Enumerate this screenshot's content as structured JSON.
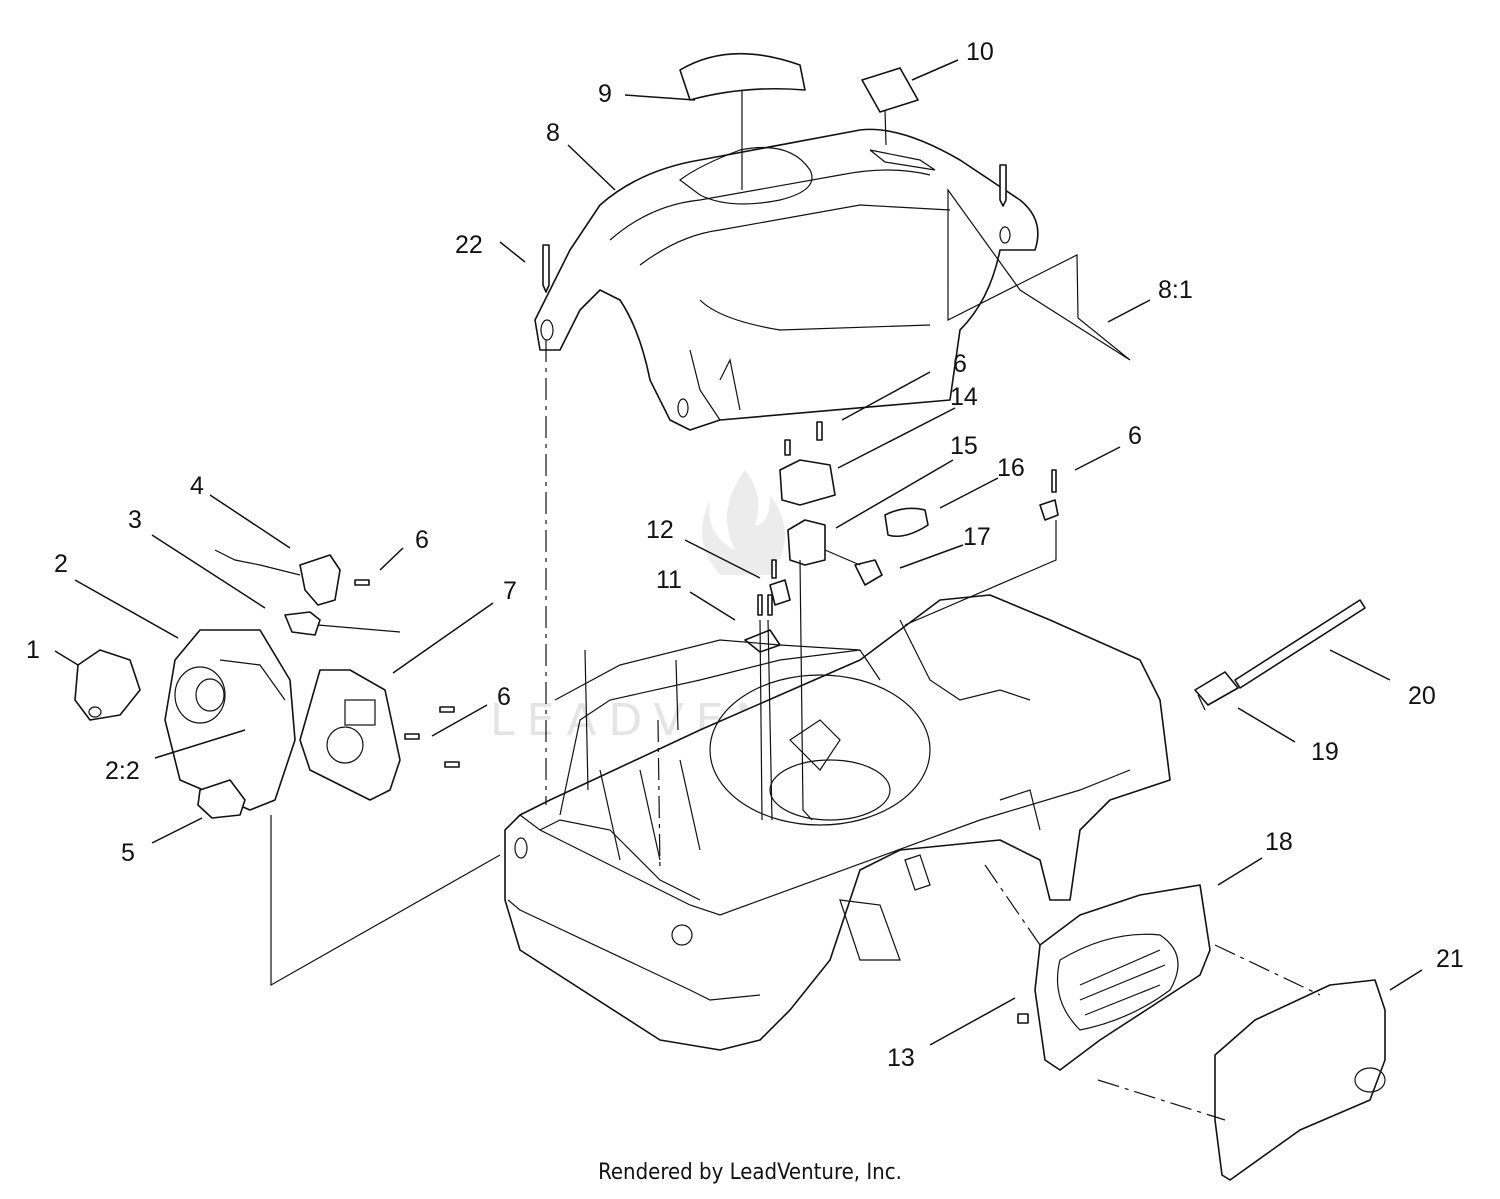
{
  "watermark": "LEADVENTURE",
  "footer": "Rendered by LeadVenture, Inc.",
  "callouts": {
    "c1": "1",
    "c2": "2",
    "c2_2": "2:2",
    "c3": "3",
    "c4": "4",
    "c5": "5",
    "c6a": "6",
    "c6b": "6",
    "c6c": "6",
    "c6d": "6",
    "c7": "7",
    "c8": "8",
    "c8_1": "8:1",
    "c9": "9",
    "c10": "10",
    "c11": "11",
    "c12": "12",
    "c13": "13",
    "c14": "14",
    "c15": "15",
    "c16": "16",
    "c17": "17",
    "c18": "18",
    "c19": "19",
    "c20": "20",
    "c21": "21",
    "c22": "22"
  }
}
